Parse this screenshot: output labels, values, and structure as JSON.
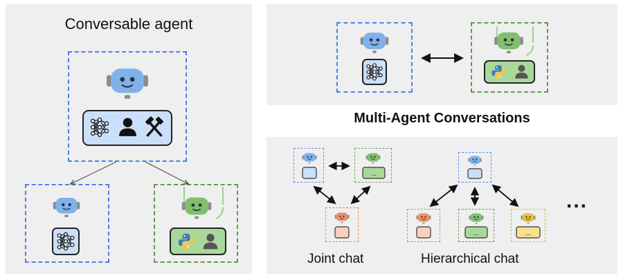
{
  "left_panel": {
    "title": "Conversable agent"
  },
  "middle": {
    "title": "Multi-Agent Conversations"
  },
  "bottom_right": {
    "joint_label": "Joint chat",
    "hierarchical_label": "Hierarchical chat",
    "ellipsis": "..."
  },
  "icons": {
    "robot_colors": {
      "blue": "#7fb1ea",
      "green": "#7fbf6f",
      "orange": "#e9926a",
      "yellow": "#e3c24a"
    },
    "capability_box_colors": {
      "blue": "#c9dffa",
      "green": "#a9d99a",
      "orange": "#f5d2bd",
      "yellow": "#f6e08a"
    }
  },
  "colors": {
    "dash_blue": "#4d7ee8",
    "dash_green": "#5f9a4e",
    "dash_orange": "#e8874a",
    "dash_yellow": "#e6b62f",
    "panel_bg": "#efefef"
  }
}
